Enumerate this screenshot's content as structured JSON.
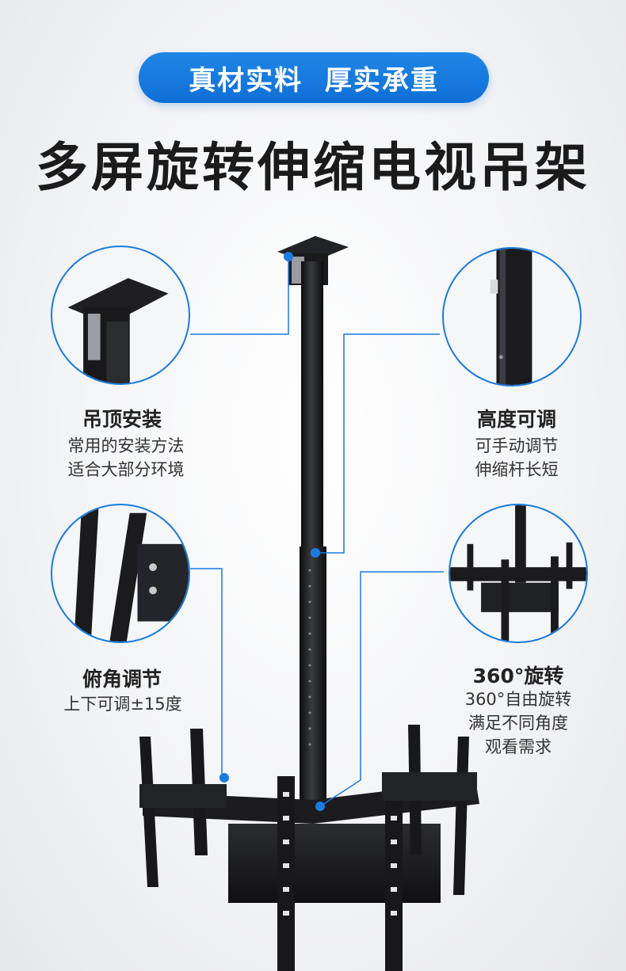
{
  "banner": {
    "tagline": "真材实料  厚实承重"
  },
  "title": "多屏旋转伸缩电视吊架",
  "features": {
    "ceiling": {
      "title": "吊顶安装",
      "desc": [
        "常用的安装方法",
        "适合大部分环境"
      ]
    },
    "height": {
      "title": "高度可调",
      "desc": [
        "可手动调节",
        "伸缩杆长短"
      ]
    },
    "tilt": {
      "title": "俯角调节",
      "desc": [
        "上下可调±15度"
      ]
    },
    "rotate": {
      "title": "360°旋转",
      "desc": [
        "360°自由旋转",
        "满足不同角度",
        "观看需求"
      ]
    }
  },
  "colors": {
    "accent": "#1a7be0",
    "metal": "#1c1c1e"
  }
}
